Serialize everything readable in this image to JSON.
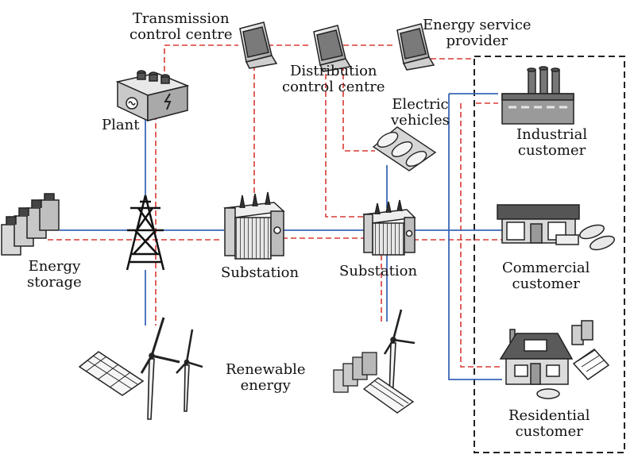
{
  "labels": {
    "transmission_l1": "Transmission",
    "transmission_l2": "control centre",
    "distribution_l1": "Distribution",
    "distribution_l2": "control centre",
    "service_l1": "Energy service",
    "service_l2": "provider",
    "plant": "Plant",
    "ev_l1": "Electric",
    "ev_l2": "vehicles",
    "industrial_l1": "Industrial",
    "industrial_l2": "customer",
    "storage_l1": "Energy",
    "storage_l2": "storage",
    "substation_1": "Substation",
    "substation_2": "Substation",
    "commercial_l1": "Commercial",
    "commercial_l2": "customer",
    "renewable_l1": "Renewable",
    "renewable_l2": "energy",
    "residential_l1": "Residential",
    "residential_l2": "customer"
  },
  "colors": {
    "power_line": "#3a66b8",
    "comm_line": "#d83a34",
    "equipment": "#d4d4d4",
    "outline": "#222222"
  }
}
